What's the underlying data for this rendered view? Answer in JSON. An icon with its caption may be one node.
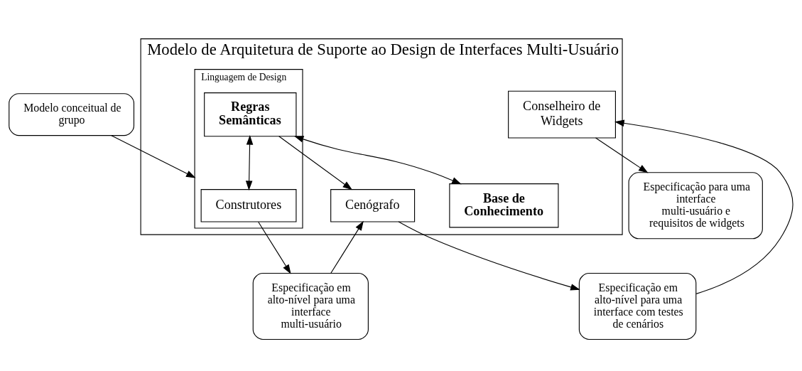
{
  "diagram": {
    "nodes": [
      {
        "text": [
          "Modelo de Arquitetura de Suporte ao Design de Interfaces Multi-Usuário"
        ]
      },
      {
        "text": [
          "Linguagem de Design"
        ],
        "in": 0
      },
      {
        "text": [
          "Regras Semânticas"
        ],
        "in": 1
      },
      {
        "text": [
          "Construtores"
        ],
        "in": 1
      },
      {
        "text": [
          "Base de Conhecimento"
        ],
        "in": 0
      },
      {
        "text": [
          "Cenógrafo"
        ],
        "in": 0
      },
      {
        "text": [
          "Conselheiro de Widgets"
        ],
        "in": 0
      },
      {
        "text": [
          "Modelo conceitual de grupo"
        ]
      },
      {
        "text": [
          "Especificação em alto-nível para uma interface multi-usuário"
        ]
      },
      {
        "text": [
          "Especificação em alto-nível para uma interface com testes de cenários"
        ]
      },
      {
        "text": [
          "Especificação para uma interface multi-usuário e requisitos de widgets"
        ]
      }
    ],
    "edges": [
      {
        "from": 2,
        "to": 4,
        "arrow": "both"
      },
      {
        "from": 2,
        "to": 5,
        "arrow": "to"
      },
      {
        "from": 2,
        "to": 3,
        "arrow": "both"
      },
      {
        "from": 7,
        "to": 1,
        "arrow": "to"
      },
      {
        "from": 3,
        "to": 8,
        "arrow": "to"
      },
      {
        "from": 8,
        "to": 5,
        "arrow": "to"
      },
      {
        "from": 5,
        "to": 9,
        "arrow": "to"
      },
      {
        "from": 9,
        "to": 6,
        "arrow": "to"
      },
      {
        "from": 6,
        "to": 10,
        "arrow": "to"
      }
    ]
  }
}
